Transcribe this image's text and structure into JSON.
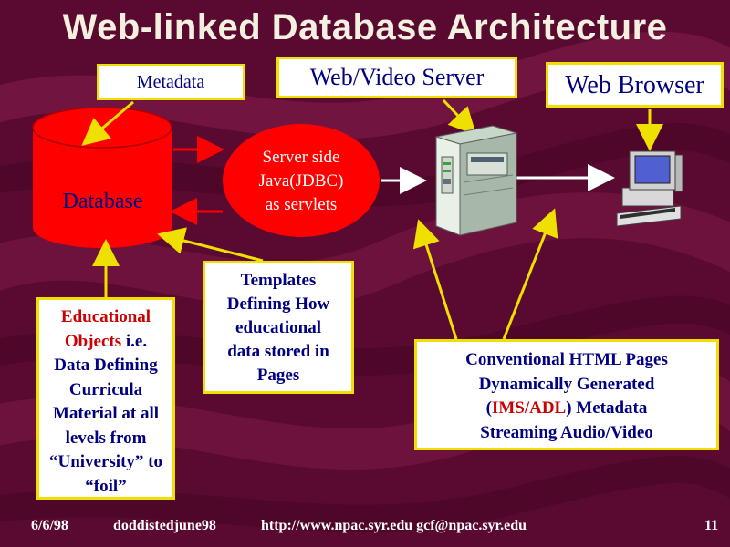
{
  "title": "Web-linked Database Architecture",
  "boxes": {
    "metadata": "Metadata",
    "web_video_server": "Web/Video Server",
    "web_browser": "Web Browser",
    "templates": [
      "Templates",
      "Defining How",
      "educational",
      "data stored in",
      "Pages"
    ],
    "educational_objects": [
      "Educational",
      "Objects",
      " i.e.",
      "Data Defining",
      "Curricula",
      "Material at all",
      "levels from",
      "“University” to",
      "“foil”"
    ],
    "conventional": [
      "Conventional HTML Pages",
      "Dynamically Generated",
      "(",
      "IMS/ADL",
      ") Metadata",
      "Streaming Audio/Video"
    ]
  },
  "database_label": "Database",
  "server_side": [
    "Server side",
    "Java(JDBC)",
    "as servlets"
  ],
  "footer": {
    "date": "6/6/98",
    "file": "doddistedjune98",
    "url": "http://www.npac.syr.edu gcf@npac.syr.edu",
    "page": "11"
  },
  "colors": {
    "background": "#5a0a30",
    "box_border": "#f0e000",
    "box_text": "#000080",
    "database": "#ff0000",
    "oval": "#ff0000",
    "highlight_red": "#cc0000"
  },
  "icons": [
    "server-tower-icon",
    "desktop-computer-icon"
  ]
}
